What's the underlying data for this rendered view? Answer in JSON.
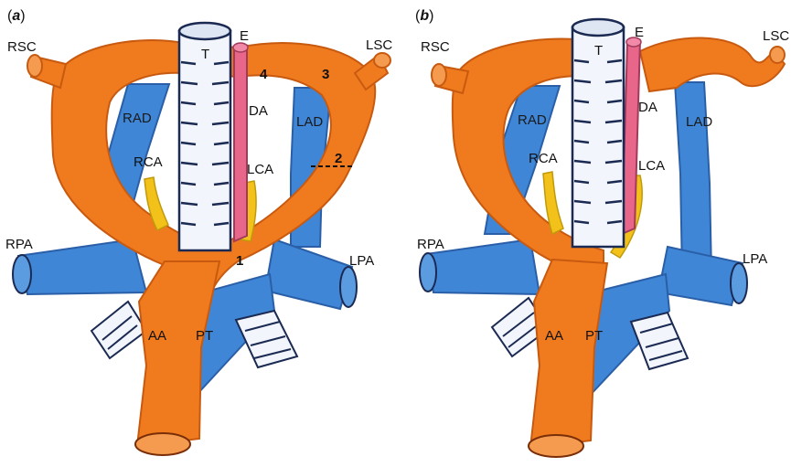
{
  "panels": [
    {
      "tag_open": "(",
      "tag_letter": "a",
      "tag_close": ")",
      "labels": {
        "rsc": "RSC",
        "lsc": "LSC",
        "t": "T",
        "e": "E",
        "rad": "RAD",
        "lad": "LAD",
        "da": "DA",
        "rca": "RCA",
        "lca": "LCA",
        "rpa": "RPA",
        "lpa": "LPA",
        "aa": "AA",
        "pt": "PT"
      },
      "numbers": {
        "n1": "1",
        "n2": "2",
        "n3": "3",
        "n4": "4"
      }
    },
    {
      "tag_open": "(",
      "tag_letter": "b",
      "tag_close": ")",
      "labels": {
        "rsc": "RSC",
        "lsc": "LSC",
        "t": "T",
        "e": "E",
        "rad": "RAD",
        "lad": "LAD",
        "da": "DA",
        "rca": "RCA",
        "lca": "LCA",
        "rpa": "RPA",
        "lpa": "LPA",
        "aa": "AA",
        "pt": "PT"
      }
    }
  ],
  "colors": {
    "aorta": "#f07a1e",
    "aorta_dark": "#c85a10",
    "pulmonary": "#3f86d6",
    "pulmonary_dark": "#2a5fa8",
    "esophagus": "#e8668a",
    "coronary": "#f2c21a",
    "trachea_ring": "#1b2a52",
    "trachea_fill": "#f2f5fb"
  }
}
